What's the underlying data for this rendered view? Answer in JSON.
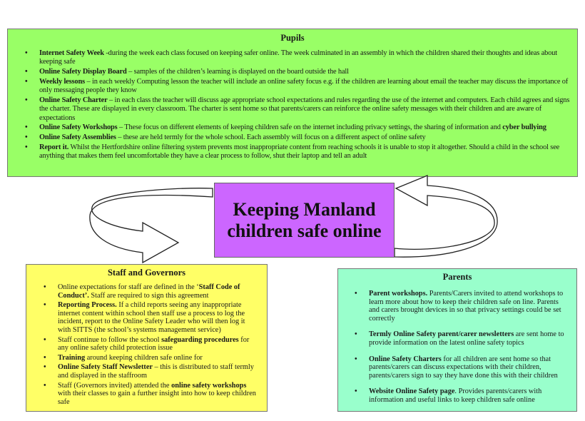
{
  "center_title": "Keeping Manland children safe online",
  "colors": {
    "pupils": "#99ff66",
    "center": "#cc66ff",
    "staff": "#ffff66",
    "parents": "#99ffcc"
  },
  "pupils": {
    "title": "Pupils",
    "items": [
      [
        {
          "b": true,
          "t": "Internet Safety Week"
        },
        {
          "t": " -during the week each class focused on keeping safer online.  The week culminated in an assembly in which the children shared their thoughts and ideas about keeping safe"
        }
      ],
      [
        {
          "b": true,
          "t": "Online Safety Display Board"
        },
        {
          "t": " – samples of the children’s learning is displayed on the board outside the hall"
        }
      ],
      [
        {
          "b": true,
          "t": "Weekly lessons"
        },
        {
          "t": " – in each weekly Computing lesson the teacher will include an online safety focus e.g. if the children are learning about email the teacher may discuss the importance of only messaging people they know"
        }
      ],
      [
        {
          "b": true,
          "t": "Online Safety Charter"
        },
        {
          "t": " – in each class the teacher will discuss age appropriate school expectations and rules regarding the use of the internet and computers.  Each child agrees and signs the charter.  These are displayed in every classroom.  The charter is sent home so that parents/carers can reinforce the online safety messages with their children and are aware of expectations"
        }
      ],
      [
        {
          "b": true,
          "t": "Online Safety Workshops"
        },
        {
          "t": " – These focus on different elements of keeping children safe on the internet including privacy settings, the sharing of information and "
        },
        {
          "b": true,
          "t": "cyber bullying"
        }
      ],
      [
        {
          "b": true,
          "t": "Online Safety Assemblies"
        },
        {
          "t": " – these are held termly for the whole school.  Each assembly will focus on a different aspect of online safety"
        }
      ],
      [
        {
          "b": true,
          "t": "Report it."
        },
        {
          "t": " Whilst the Hertfordshire online filtering system prevents most inappropriate content from reaching schools it is unable to stop it altogether.  Should a child in the school see anything that makes them feel uncomfortable they have a clear process to follow, shut their laptop and tell an adult"
        }
      ]
    ]
  },
  "staff": {
    "title": "Staff and Governors",
    "items": [
      [
        {
          "t": "Online expectations for staff are defined in the ‘"
        },
        {
          "b": true,
          "t": "Staff Code of Conduct’."
        },
        {
          "t": "  Staff are required to sign this agreement"
        }
      ],
      [
        {
          "b": true,
          "t": "Reporting Process."
        },
        {
          "t": " If a child reports seeing any inappropriate internet content within school then staff use a process to log the incident, report to the Online Safety Leader who will then log it with SITTS (the school’s systems management service)"
        }
      ],
      [
        {
          "t": "Staff continue to follow the school "
        },
        {
          "b": true,
          "t": "safeguarding procedures"
        },
        {
          "t": " for any online safety child protection issue"
        }
      ],
      [
        {
          "b": true,
          "t": "Training"
        },
        {
          "t": " around keeping children safe online for"
        }
      ],
      [
        {
          "b": true,
          "t": "Online Safety Staff Newsletter"
        },
        {
          "t": " – this is distributed to staff termly and displayed in the staffroom"
        }
      ],
      [
        {
          "t": "Staff (Governors invited) attended the "
        },
        {
          "b": true,
          "t": "online safety workshops"
        },
        {
          "t": " with their classes to gain a further insight into how to keep children safe"
        }
      ]
    ]
  },
  "parents": {
    "title": "Parents",
    "items": [
      [
        {
          "b": true,
          "t": "Parent workshops."
        },
        {
          "t": "  Parents/Carers invited to attend workshops to learn more about how to keep their children safe on line. Parents and carers brought devices in so that privacy settings could be set correctly"
        }
      ],
      [
        {
          "b": true,
          "t": "Termly Online Safety parent/carer newsletters"
        },
        {
          "t": " are sent home to provide information on the latest online safety topics"
        }
      ],
      [
        {
          "b": true,
          "t": "Online Safety Charters"
        },
        {
          "t": " for all children are sent home so that parents/carers can discuss expectations with their children, parents/carers sign to say they have done this with their children"
        }
      ],
      [
        {
          "b": true,
          "t": "Website Online Safety page"
        },
        {
          "t": ". Provides parents/carers with information and useful links to keep children safe online"
        }
      ]
    ]
  }
}
